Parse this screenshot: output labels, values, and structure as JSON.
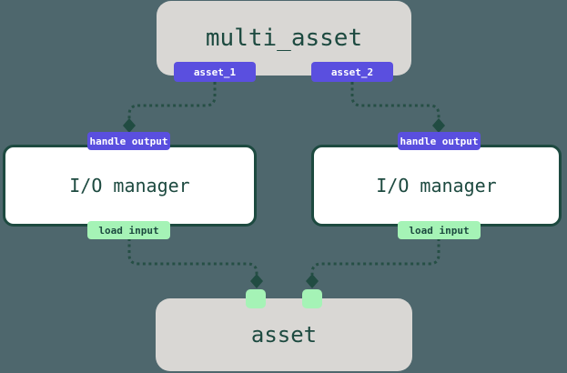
{
  "diagram": {
    "nodes": {
      "multi_asset": {
        "label": "multi_asset",
        "type": "asset-definition",
        "fill": "#d9d7d4"
      },
      "io_left": {
        "label": "I/O manager",
        "type": "io-manager",
        "fill": "#ffffff"
      },
      "io_right": {
        "label": "I/O manager",
        "type": "io-manager",
        "fill": "#ffffff"
      },
      "asset": {
        "label": "asset",
        "type": "asset",
        "fill": "#d9d7d4"
      }
    },
    "badges": {
      "asset_1": {
        "label": "asset_1"
      },
      "asset_2": {
        "label": "asset_2"
      },
      "handle_output_left": {
        "label": "handle output"
      },
      "handle_output_right": {
        "label": "handle output"
      },
      "load_input_left": {
        "label": "load input"
      },
      "load_input_right": {
        "label": "load input"
      }
    },
    "edges": [
      {
        "from": "multi_asset.asset_1",
        "to": "io_left.handle_output",
        "style": "dashed"
      },
      {
        "from": "multi_asset.asset_2",
        "to": "io_right.handle_output",
        "style": "dashed"
      },
      {
        "from": "io_left.load_input",
        "to": "asset.input_port_left",
        "style": "dashed"
      },
      {
        "from": "io_right.load_input",
        "to": "asset.input_port_right",
        "style": "dashed"
      }
    ],
    "colors": {
      "background": "#4e676d",
      "node_gray": "#d9d7d4",
      "node_white": "#ffffff",
      "border_dark_green": "#1d4a40",
      "text_dark_green": "#1d4a40",
      "badge_purple": "#5a4fdf",
      "badge_green": "#a5f3b6",
      "badge_text_light": "#ffffff",
      "connector_dash": "#264f45"
    }
  }
}
